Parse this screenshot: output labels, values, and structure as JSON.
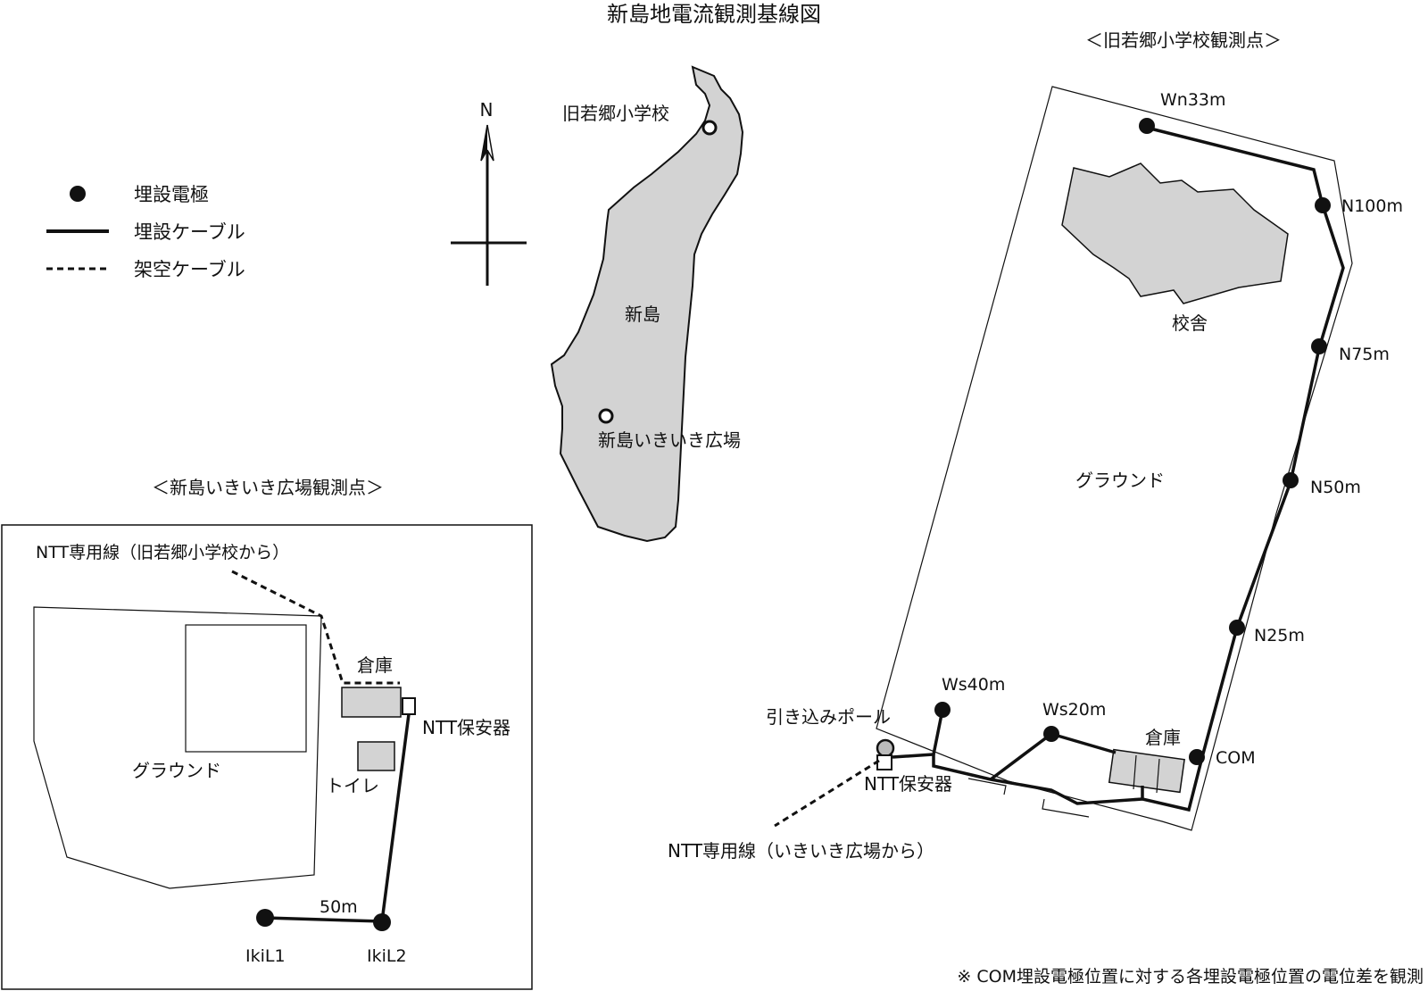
{
  "title": "新島地電流観測基線図",
  "legend": {
    "electrode": "埋設電極",
    "buried_cable": "埋設ケーブル",
    "aerial_cable": "架空ケーブル"
  },
  "compass": {
    "north": "N"
  },
  "island": {
    "name": "新島",
    "site_school": "旧若郷小学校",
    "site_plaza": "新島いきいき広場"
  },
  "plaza_map": {
    "heading": "＜新島いきいき広場観測点＞",
    "ntt_line": "NTT専用線（旧若郷小学校から）",
    "warehouse": "倉庫",
    "protector": "NTT保安器",
    "toilet": "トイレ",
    "ground": "グラウンド",
    "distance": "50m",
    "electrodes": [
      "IkiL1",
      "IkiL2"
    ]
  },
  "school_map": {
    "heading": "＜旧若郷小学校観測点＞",
    "school_building": "校舎",
    "ground": "グラウンド",
    "pole": "引き込みポール",
    "protector": "NTT保安器",
    "warehouse": "倉庫",
    "ntt_line": "NTT専用線（いきいき広場から）",
    "electrodes": [
      "Wn33m",
      "N100m",
      "N75m",
      "N50m",
      "N25m",
      "COM",
      "Ws40m",
      "Ws20m"
    ]
  },
  "footnote": "※ COM埋設電極位置に対する各埋設電極位置の電位差を観測"
}
